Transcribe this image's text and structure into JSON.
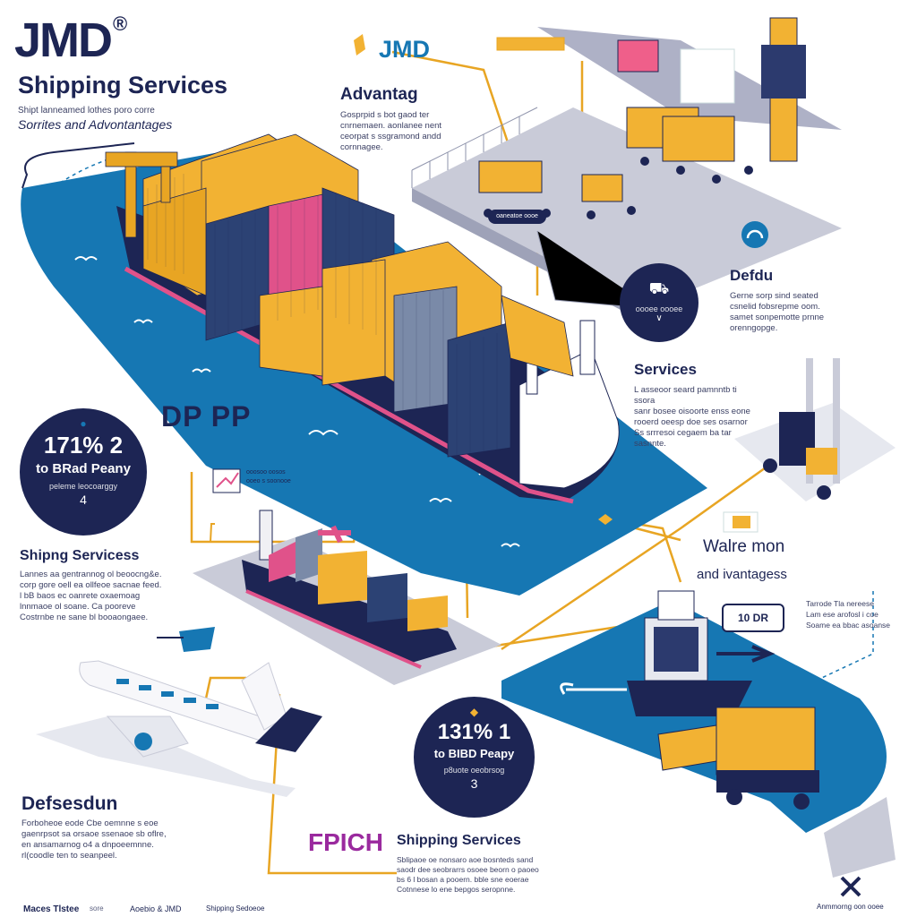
{
  "brand": {
    "logo_text": "JMD",
    "logo_mark": "®",
    "title": "Shipping Services",
    "tag_small": "Shipt lanneamed lothes poro corre",
    "tagline": "Sorrites and Advontantages",
    "top_logo": "JMD"
  },
  "sections": {
    "advantage": {
      "heading": "Advantag",
      "body": "Gosprpid s bot gaod ter\ncnrnemaen. aonlanee  nent\nceorpat s ssgramond andd\ncornnagee."
    },
    "defdu": {
      "heading": "Defdu",
      "body": "Gerne sorp sind seated\ncsnelid  fobsrepme oom.\nsamet sonpemotte prnne\norenngopge."
    },
    "services": {
      "heading": "Services",
      "body": "L asseoor seard pamnntb ti ssora\nsanr  bosee oisoorte enss eone\nrooerd oeesp doe ses osarnor\nSs srrresoi  cegaem ba tar sasnnte."
    },
    "dp_pp": {
      "heading": "DP PP"
    },
    "shipping_left": {
      "heading": "Shipng Servicess",
      "body": "Lannes aa gentrannog ol beoocng&e.\ncorp  gore oell ea ollfeoe sacnae feed.\nl bB  baos  ec oanrete oxaemoag\nlnnmaoe  ol soane. Ca pooreve\nCostrnbe ne sane bl booaongaee."
    },
    "warehouse": {
      "heading": "Walre mon",
      "subheading": "and ivantagess",
      "badge": "10 DR",
      "body": "Tarrode  Tla  nereese\nLam ese  arofosl i coe\nSoame ea bbac asoanse"
    },
    "defsesdun": {
      "heading": "Defsesdun",
      "body": "Forboheoe eode Cbe oemnne s eoe\ngaenrpsot sa orsaoe  ssenaoe sb oflre,\nen ansamarnog  o4  a dnpoeemnne.\nrl(coodle ten to seanpeel."
    },
    "fpich": {
      "label": "FPICH"
    },
    "shipping_bottom": {
      "heading": "Shipping Services",
      "body": "Sblipaoe oe nonsaro  aoe  bosnteds sand\nsaodr  dee seobrarrs osoee beorn o paoeo\nbs 6  l bosan  a pooern. bble sne eoerae\nCotnnese  lo ene bepgos seropnne."
    }
  },
  "stats": [
    {
      "value": "171% 2",
      "label": "to BRad Peany",
      "caption": "peleme leocoarggy",
      "step": "4"
    },
    {
      "value": "131% 1",
      "label": "to BIBD Peapy",
      "caption": "p8uote oeobrsog",
      "step": "3"
    }
  ],
  "panel_labels": {
    "truck_tag": "oooee oooee",
    "hub_label": "oaneatoe oooe",
    "chart_label": "ooosoo oosos\nooeo s soonooe"
  },
  "footer": {
    "left": "Maces Tlstee",
    "left_small": "sore",
    "mid": "Aoebio &  JMD",
    "mid2": "Shipping Sedoeoe",
    "right": "Anmmorng  oon ooee"
  },
  "colors": {
    "navy": "#1d2554",
    "sea": "#1677b3",
    "gold": "#f2b233",
    "pink": "#e0528a",
    "purple": "#9a2a9e",
    "platform": "#c9cbd8"
  }
}
